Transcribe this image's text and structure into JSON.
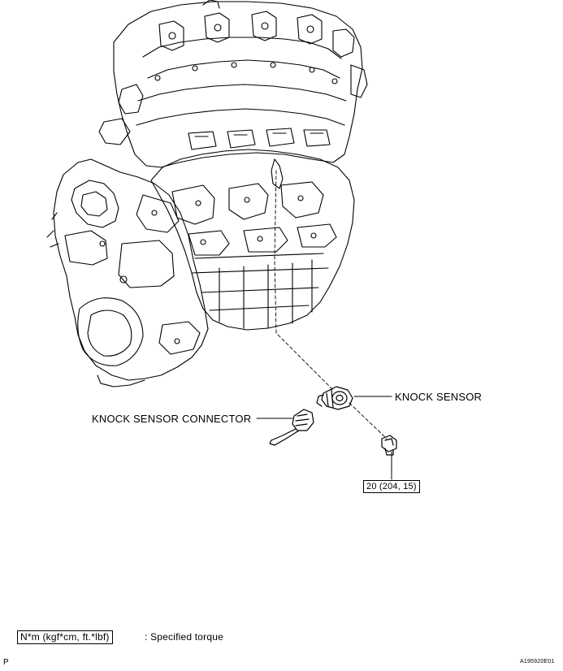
{
  "labels": {
    "knock_sensor": "KNOCK SENSOR",
    "knock_sensor_connector": "KNOCK SENSOR CONNECTOR",
    "torque_value": "20 (204, 15)"
  },
  "legend": {
    "unit_box": "N*m (kgf*cm, ft.*lbf)",
    "description": ": Specified torque"
  },
  "footer": {
    "left_mark": "P",
    "figure_id": "A195920E01"
  }
}
